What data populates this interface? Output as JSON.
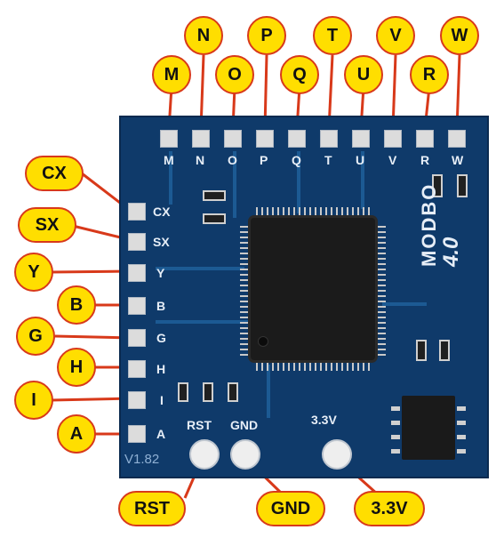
{
  "top_labels": [
    "M",
    "N",
    "O",
    "P",
    "Q",
    "T",
    "U",
    "V",
    "R",
    "W"
  ],
  "top_silk": [
    "M",
    "N",
    "O",
    "P",
    "Q",
    "T",
    "U",
    "V",
    "R",
    "W"
  ],
  "left_labels": [
    "CX",
    "SX",
    "Y",
    "B",
    "G",
    "H",
    "I",
    "A"
  ],
  "left_silk": [
    "CX",
    "SX",
    "Y",
    "B",
    "G",
    "H",
    "I",
    "A"
  ],
  "bottom_labels": [
    "RST",
    "GND",
    "3.3V"
  ],
  "bottom_silk": [
    "RST",
    "GND",
    "3.3V"
  ],
  "board_text": {
    "brand": "MODBO",
    "version_big": "4.0",
    "version": "V1.82"
  },
  "colors": {
    "board": "#0f3a6a",
    "bubble_fill": "#ffde00",
    "bubble_border": "#d8391a",
    "leader": "#d8391a"
  }
}
